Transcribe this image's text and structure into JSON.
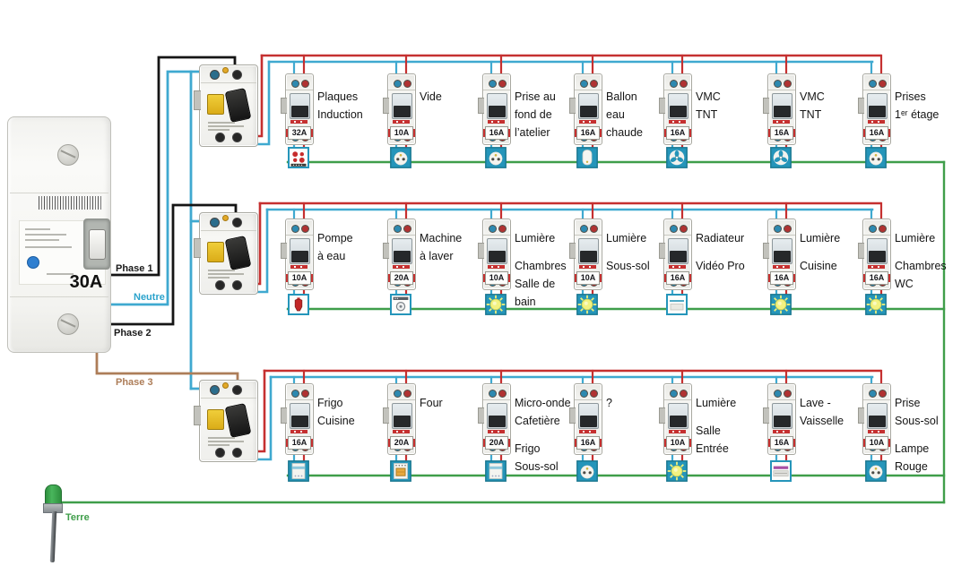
{
  "main_breaker": {
    "rating": "30A",
    "output_labels": [
      {
        "id": "phase1",
        "text": "Phase 1",
        "color": "#1a1a1a"
      },
      {
        "id": "neutre",
        "text": "Neutre",
        "color": "#2ba3cc"
      },
      {
        "id": "phase2",
        "text": "Phase 2",
        "color": "#1a1a1a"
      },
      {
        "id": "phase3",
        "text": "Phase 3",
        "color": "#ad7d58"
      }
    ]
  },
  "earth": {
    "label": "Terre",
    "color": "#3f9e4a"
  },
  "wire_colors": {
    "phase_black": "#151515",
    "neutral_blue": "#3fa9d0",
    "live_red": "#c53030",
    "phase3_brown": "#ad7d58",
    "earth_green": "#3f9e4a"
  },
  "rows": [
    {
      "name": "Row 1",
      "rcd": "differential-switch",
      "breakers": [
        {
          "rating": "32A",
          "label_lines": [
            "Plaques",
            "Induction"
          ],
          "device": "cooktop"
        },
        {
          "rating": "10A",
          "label_lines": [
            "Vide"
          ],
          "device": "outlet"
        },
        {
          "rating": "16A",
          "label_lines": [
            "Prise au",
            "fond de",
            "l’atelier"
          ],
          "device": "outlet"
        },
        {
          "rating": "16A",
          "label_lines": [
            "Ballon",
            "eau",
            "chaude"
          ],
          "device": "water-heater"
        },
        {
          "rating": "16A",
          "label_lines": [
            "VMC",
            "TNT"
          ],
          "device": "fan"
        },
        {
          "rating": "16A",
          "label_lines": [
            "VMC",
            "TNT"
          ],
          "device": "fan"
        },
        {
          "rating": "16A",
          "label_lines": [
            "Prises",
            "1ᵉʳ étage"
          ],
          "device": "outlet"
        }
      ]
    },
    {
      "name": "Row 2",
      "rcd": "differential-switch",
      "breakers": [
        {
          "rating": "10A",
          "label_lines": [
            "Pompe",
            "à eau"
          ],
          "device": "pump"
        },
        {
          "rating": "20A",
          "label_lines": [
            "Machine",
            "à laver"
          ],
          "device": "washing-machine"
        },
        {
          "rating": "10A",
          "label_lines": [
            "Lumière",
            "",
            "Chambres",
            "Salle de",
            "bain"
          ],
          "device": "light"
        },
        {
          "rating": "10A",
          "label_lines": [
            "Lumière",
            "",
            "Sous-sol"
          ],
          "device": "light"
        },
        {
          "rating": "16A",
          "label_lines": [
            "Radiateur",
            "",
            "Vidéo Pro"
          ],
          "device": "radiator"
        },
        {
          "rating": "16A",
          "label_lines": [
            "Lumière",
            "",
            "Cuisine"
          ],
          "device": "light"
        },
        {
          "rating": "16A",
          "label_lines": [
            "Lumière",
            "",
            "Chambres",
            "WC"
          ],
          "device": "light"
        }
      ]
    },
    {
      "name": "Row 3",
      "rcd": "differential-switch",
      "breakers": [
        {
          "rating": "16A",
          "label_lines": [
            "Frigo",
            "Cuisine"
          ],
          "device": "fridge"
        },
        {
          "rating": "20A",
          "label_lines": [
            "Four"
          ],
          "device": "oven"
        },
        {
          "rating": "20A",
          "label_lines": [
            "Micro-onde",
            "Cafetière",
            "",
            "Frigo",
            "Sous-sol"
          ],
          "device": "fridge"
        },
        {
          "rating": "16A",
          "label_lines": [
            "?"
          ],
          "device": "outlet"
        },
        {
          "rating": "10A",
          "label_lines": [
            "Lumière",
            "",
            "Salle",
            "Entrée"
          ],
          "device": "light"
        },
        {
          "rating": "16A",
          "label_lines": [
            "Lave -",
            "Vaisselle"
          ],
          "device": "dishwasher"
        },
        {
          "rating": "10A",
          "label_lines": [
            "Prise",
            "Sous-sol",
            "",
            "Lampe",
            "Rouge"
          ],
          "device": "outlet"
        }
      ]
    }
  ]
}
